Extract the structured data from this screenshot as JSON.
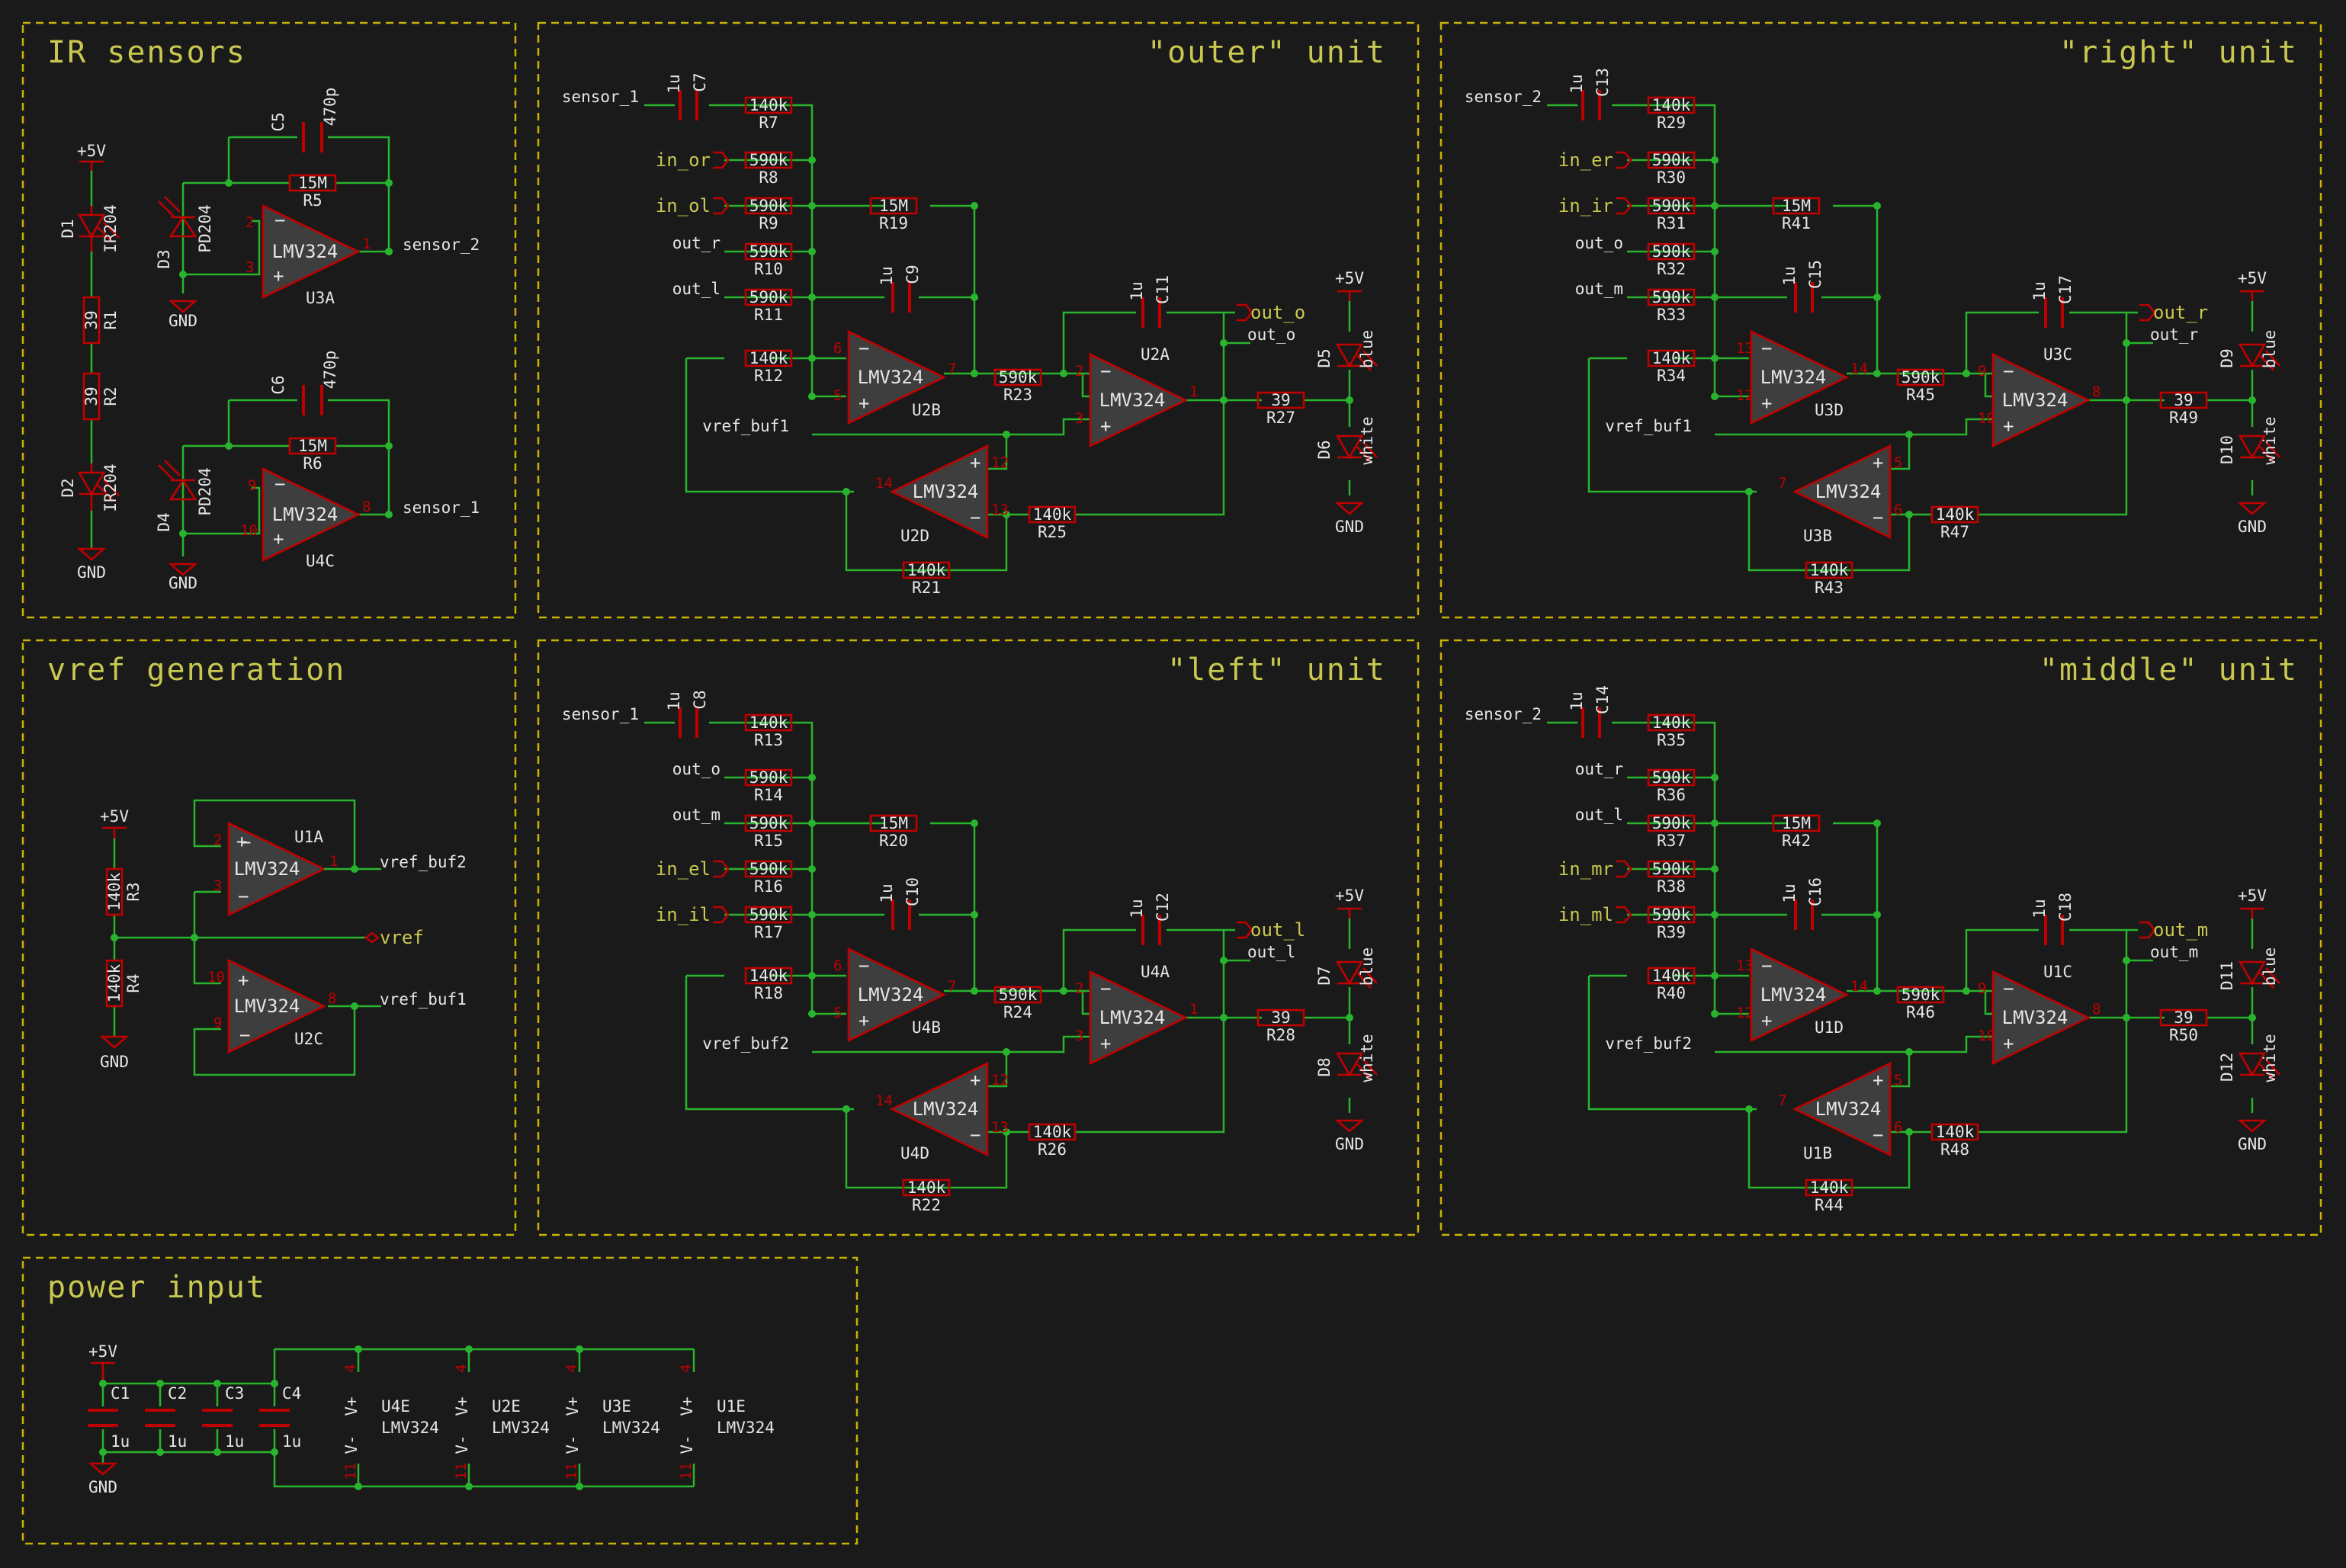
{
  "sections": {
    "ir_sensors": "IR sensors",
    "vref": "vref generation",
    "power": "power input",
    "outer": "\"outer\" unit",
    "right": "\"right\" unit",
    "left": "\"left\" unit",
    "middle": "\"middle\" unit"
  },
  "power_labels": {
    "p5v": "+5V",
    "gnd": "GND",
    "vplus": "V+",
    "vminus": "V-",
    "pin4": "4",
    "pin11": "11"
  },
  "opamp": {
    "part": "LMV324",
    "minus": "−",
    "plus": "+"
  },
  "ir": {
    "led1": "D1",
    "led1_part": "IR204",
    "led2": "D2",
    "led2_part": "IR204",
    "r1": "R1",
    "r1_v": "39",
    "r2": "R2",
    "r2_v": "39",
    "pd1": "D3",
    "pd1_part": "PD204",
    "pd2": "D4",
    "pd2_part": "PD204",
    "c5": "C5",
    "c5_v": "470p",
    "c6": "C6",
    "c6_v": "470p",
    "r5": "R5",
    "r5_v": "15M",
    "r6": "R6",
    "r6_v": "15M",
    "u3a": "U3A",
    "u4c": "U4C",
    "sensor2": "sensor_2",
    "sensor1": "sensor_1",
    "pins": {
      "a2": "2",
      "a3": "3",
      "a1": "1",
      "c9": "9",
      "c10": "10",
      "c8": "8"
    }
  },
  "vref": {
    "r3": "R3",
    "r3_v": "140k",
    "r4": "R4",
    "r4_v": "140k",
    "u1a": "U1A",
    "u2c": "U2C",
    "buf2": "vref_buf2",
    "buf1": "vref_buf1",
    "vref": "vref",
    "pins": {
      "a2": "2",
      "a3": "3",
      "a1": "1",
      "c10": "10",
      "c9": "9",
      "c8": "8"
    }
  },
  "power": {
    "caps": [
      {
        "ref": "C1",
        "v": "1u"
      },
      {
        "ref": "C2",
        "v": "1u"
      },
      {
        "ref": "C3",
        "v": "1u"
      },
      {
        "ref": "C4",
        "v": "1u"
      }
    ],
    "units": [
      {
        "ref": "U4E"
      },
      {
        "ref": "U2E"
      },
      {
        "ref": "U3E"
      },
      {
        "ref": "U1E"
      }
    ]
  },
  "units": [
    {
      "key": "outer",
      "sensor": "sensor_1",
      "inputs": [
        {
          "label": "in_or",
          "global": true,
          "ref": "R8"
        },
        {
          "label": "in_ol",
          "global": true,
          "ref": "R9"
        },
        {
          "label": "out_r",
          "global": false,
          "ref": "R10"
        },
        {
          "label": "out_l",
          "global": false,
          "ref": "R11"
        }
      ],
      "cin": "C7",
      "rin": "R7",
      "rfb1": "R19",
      "cfb1": "C9",
      "rneg": "R12",
      "u1": "U2B",
      "u1p": [
        "6",
        "5",
        "7"
      ],
      "rmid": "R23",
      "cfb2": "C11",
      "u2": "U2A",
      "u2p": [
        "2",
        "3",
        "1"
      ],
      "u3": "U2D",
      "u3p": [
        "12",
        "13",
        "14"
      ],
      "rfb3": "R25",
      "rfb4": "R21",
      "vrefbuf": "vref_buf1",
      "outg": "out_o",
      "outl": "out_o",
      "rled": "R27",
      "d_blue": "D5",
      "d_white": "D6"
    },
    {
      "key": "right",
      "sensor": "sensor_2",
      "inputs": [
        {
          "label": "in_er",
          "global": true,
          "ref": "R30"
        },
        {
          "label": "in_ir",
          "global": true,
          "ref": "R31"
        },
        {
          "label": "out_o",
          "global": false,
          "ref": "R32"
        },
        {
          "label": "out_m",
          "global": false,
          "ref": "R33"
        }
      ],
      "cin": "C13",
      "rin": "R29",
      "rfb1": "R41",
      "cfb1": "C15",
      "rneg": "R34",
      "u1": "U3D",
      "u1p": [
        "13",
        "12",
        "14"
      ],
      "rmid": "R45",
      "cfb2": "C17",
      "u2": "U3C",
      "u2p": [
        "9",
        "10",
        "8"
      ],
      "u3": "U3B",
      "u3p": [
        "5",
        "6",
        "7"
      ],
      "rfb3": "R47",
      "rfb4": "R43",
      "vrefbuf": "vref_buf1",
      "outg": "out_r",
      "outl": "out_r",
      "rled": "R49",
      "d_blue": "D9",
      "d_white": "D10"
    },
    {
      "key": "left",
      "sensor": "sensor_1",
      "inputs": [
        {
          "label": "out_o",
          "global": false,
          "ref": "R14"
        },
        {
          "label": "out_m",
          "global": false,
          "ref": "R15"
        },
        {
          "label": "in_el",
          "global": true,
          "ref": "R16"
        },
        {
          "label": "in_il",
          "global": true,
          "ref": "R17"
        }
      ],
      "cin": "C8",
      "rin": "R13",
      "rfb1": "R20",
      "cfb1": "C10",
      "rneg": "R18",
      "u1": "U4B",
      "u1p": [
        "6",
        "5",
        "7"
      ],
      "rmid": "R24",
      "cfb2": "C12",
      "u2": "U4A",
      "u2p": [
        "2",
        "3",
        "1"
      ],
      "u3": "U4D",
      "u3p": [
        "12",
        "13",
        "14"
      ],
      "rfb3": "R26",
      "rfb4": "R22",
      "vrefbuf": "vref_buf2",
      "outg": "out_l",
      "outl": "out_l",
      "rled": "R28",
      "d_blue": "D7",
      "d_white": "D8"
    },
    {
      "key": "middle",
      "sensor": "sensor_2",
      "inputs": [
        {
          "label": "out_r",
          "global": false,
          "ref": "R36"
        },
        {
          "label": "out_l",
          "global": false,
          "ref": "R37"
        },
        {
          "label": "in_mr",
          "global": true,
          "ref": "R38"
        },
        {
          "label": "in_ml",
          "global": true,
          "ref": "R39"
        }
      ],
      "cin": "C14",
      "rin": "R35",
      "rfb1": "R42",
      "cfb1": "C16",
      "rneg": "R40",
      "u1": "U1D",
      "u1p": [
        "13",
        "12",
        "14"
      ],
      "rmid": "R46",
      "cfb2": "C18",
      "u2": "U1C",
      "u2p": [
        "9",
        "10",
        "8"
      ],
      "u3": "U1B",
      "u3p": [
        "5",
        "6",
        "7"
      ],
      "rfb3": "R48",
      "rfb4": "R44",
      "vrefbuf": "vref_buf2",
      "outg": "out_m",
      "outl": "out_m",
      "rled": "R50",
      "d_blue": "D11",
      "d_white": "D12"
    }
  ],
  "values": {
    "cap": "1u",
    "r_in": "140k",
    "r_mix": "590k",
    "r_fb": "15M",
    "r_neg": "140k",
    "r_mid": "590k",
    "r_fb3": "140k",
    "r_fb4": "140k",
    "r_led": "39",
    "blue": "blue",
    "white": "white"
  }
}
